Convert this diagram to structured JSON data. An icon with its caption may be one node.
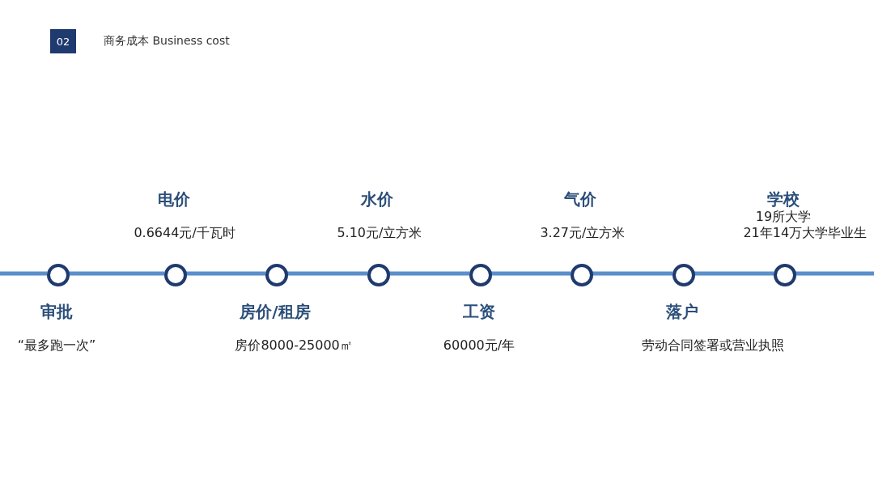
{
  "diagram": {
    "title": "商务成本 Business cost",
    "nodes": [
      {
        "text": [
          "02"
        ]
      },
      {
        "text": [],
        "shape": "circle",
        "beside": [
          "审批",
          "“最多跑一次”"
        ]
      },
      {
        "text": [],
        "shape": "circle",
        "beside": [
          "电价",
          "0.6644元/千瓦时"
        ]
      },
      {
        "text": [],
        "shape": "circle",
        "beside": [
          "房价/租房",
          "房价8000-25000㎡"
        ]
      },
      {
        "text": [],
        "shape": "circle",
        "beside": [
          "水价",
          "5.10元/立方米"
        ]
      },
      {
        "text": [],
        "shape": "circle",
        "beside": [
          "工资",
          "60000元/年"
        ]
      },
      {
        "text": [],
        "shape": "circle",
        "beside": [
          "气价",
          "3.27元/立方米"
        ]
      },
      {
        "text": [],
        "shape": "circle",
        "beside": [
          "落户",
          "劳动合同签署或营业执照"
        ]
      },
      {
        "text": [],
        "shape": "circle",
        "beside": [
          "学校",
          "19所大学",
          "21年14万大学毕业生"
        ]
      }
    ],
    "edges": [
      {
        "from": null,
        "to": 1,
        "arrow": "none"
      },
      {
        "from": 1,
        "to": 2,
        "arrow": "none"
      },
      {
        "from": 2,
        "to": 3,
        "arrow": "none"
      },
      {
        "from": 3,
        "to": 4,
        "arrow": "none"
      },
      {
        "from": 4,
        "to": 5,
        "arrow": "none"
      },
      {
        "from": 5,
        "to": 6,
        "arrow": "none"
      },
      {
        "from": 6,
        "to": 7,
        "arrow": "none"
      },
      {
        "from": 7,
        "to": 8,
        "arrow": "none"
      },
      {
        "from": 8,
        "to": null,
        "arrow": "none"
      }
    ]
  }
}
